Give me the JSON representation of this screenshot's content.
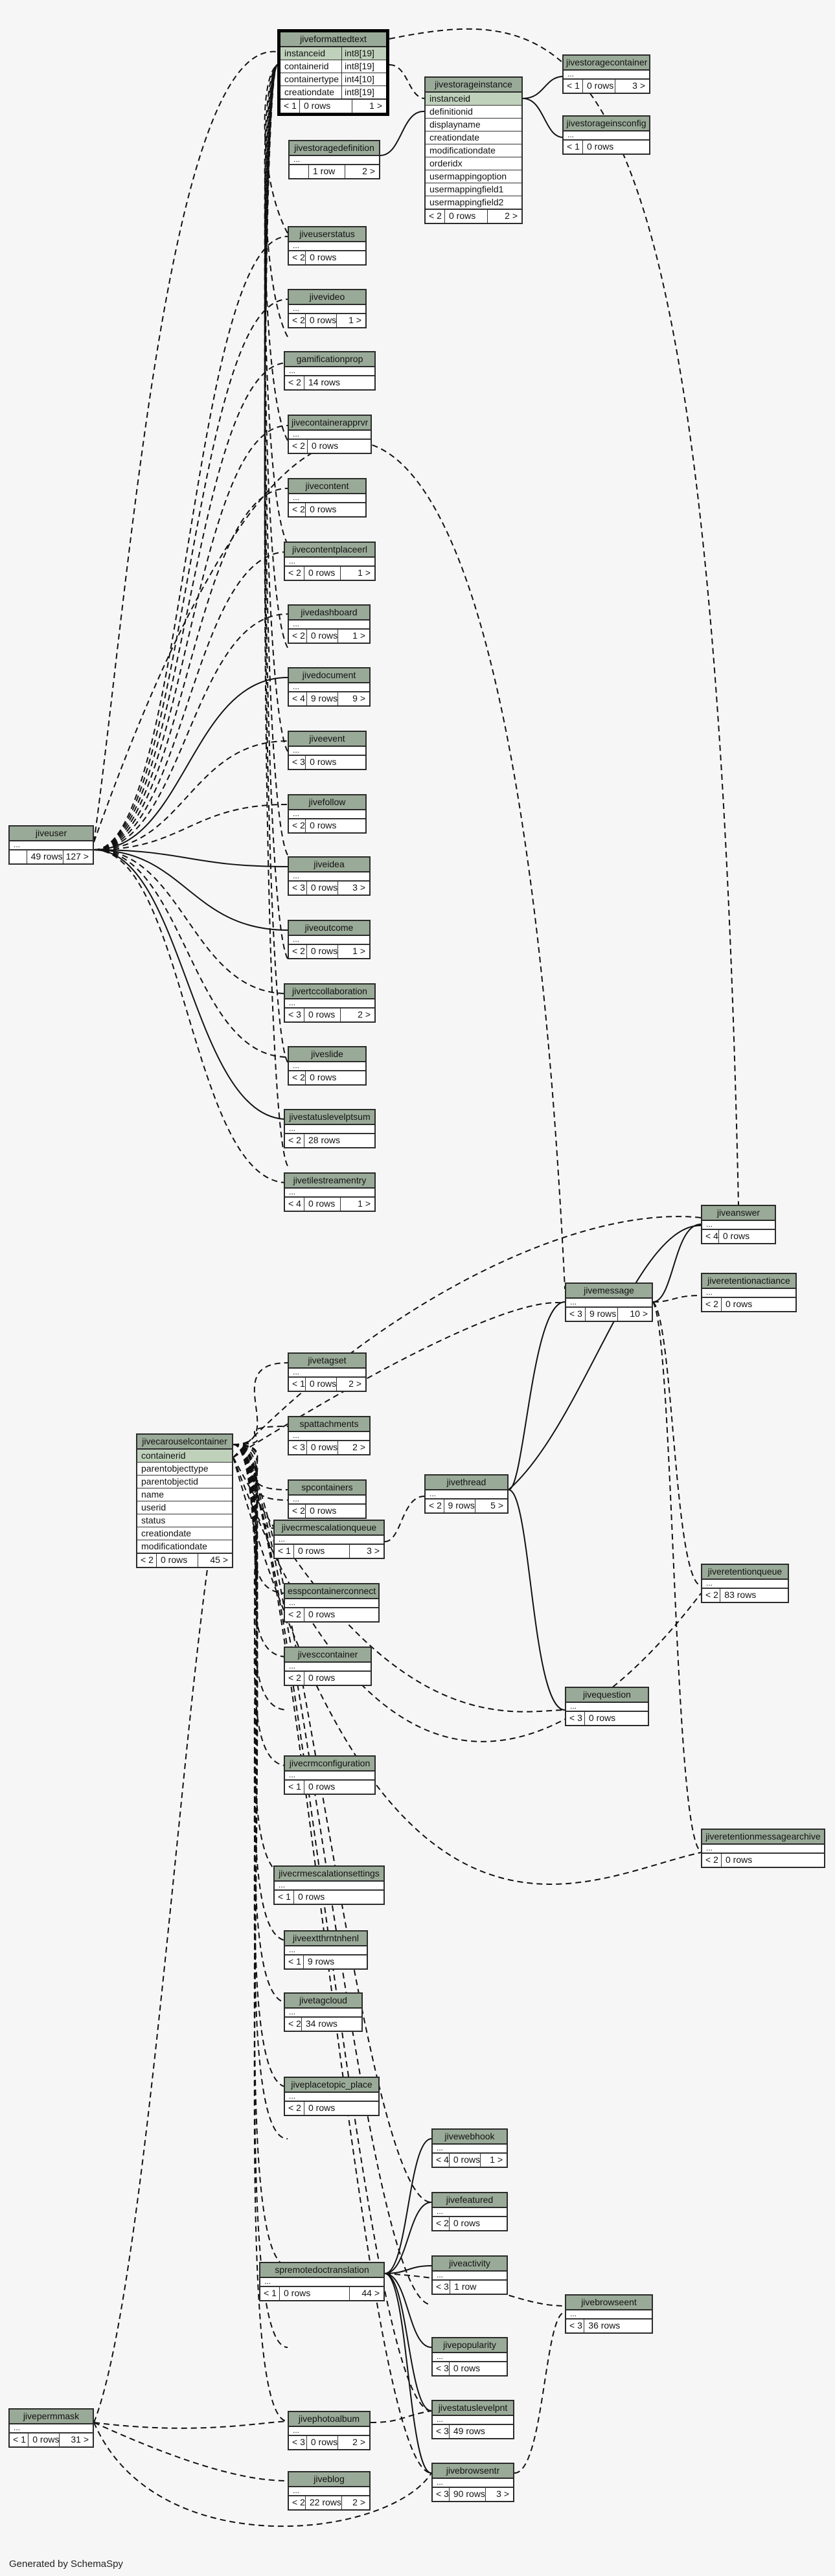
{
  "footer": "Generated by SchemaSpy",
  "tables": {
    "jiveformattedtext": {
      "name": "jiveformattedtext",
      "columns": [
        [
          "instanceid",
          "int8[19]"
        ],
        [
          "containerid",
          "int8[19]"
        ],
        [
          "containertype",
          "int4[10]"
        ],
        [
          "creationdate",
          "int8[19]"
        ]
      ],
      "lt": "< 1",
      "rows": "0 rows",
      "gt": "1 >"
    },
    "jivestorageinstance": {
      "name": "jivestorageinstance",
      "columns": [
        "instanceid",
        "definitionid",
        "displayname",
        "creationdate",
        "modificationdate",
        "orderidx",
        "usermappingoption",
        "usermappingfield1",
        "usermappingfield2"
      ],
      "lt": "< 2",
      "rows": "0 rows",
      "gt": "2 >"
    },
    "jivestoragecontainer": {
      "name": "jivestoragecontainer",
      "lt": "< 1",
      "rows": "0 rows",
      "gt": "3 >"
    },
    "jivestorageinsconfig": {
      "name": "jivestorageinsconfig",
      "lt": "< 1",
      "rows": "0 rows",
      "gt": ""
    },
    "jivestoragedefinition": {
      "name": "jivestoragedefinition",
      "lt": "",
      "rows": "1 row",
      "gt": "2 >"
    },
    "jiveuserstatus": {
      "name": "jiveuserstatus",
      "lt": "< 2",
      "rows": "0 rows",
      "gt": ""
    },
    "jivevideo": {
      "name": "jivevideo",
      "lt": "< 2",
      "rows": "0 rows",
      "gt": "1 >"
    },
    "gamificationprop": {
      "name": "gamificationprop",
      "lt": "< 2",
      "rows": "14 rows",
      "gt": ""
    },
    "jivecontainerapprvr": {
      "name": "jivecontainerapprvr",
      "lt": "< 2",
      "rows": "0 rows",
      "gt": ""
    },
    "jivecontent": {
      "name": "jivecontent",
      "lt": "< 2",
      "rows": "0 rows",
      "gt": ""
    },
    "jivecontentplaceerl": {
      "name": "jivecontentplaceerl",
      "lt": "< 2",
      "rows": "0 rows",
      "gt": "1 >"
    },
    "jivedashboard": {
      "name": "jivedashboard",
      "lt": "< 2",
      "rows": "0 rows",
      "gt": "1 >"
    },
    "jivedocument": {
      "name": "jivedocument",
      "lt": "< 4",
      "rows": "9 rows",
      "gt": "9 >"
    },
    "jiveevent": {
      "name": "jiveevent",
      "lt": "< 3",
      "rows": "0 rows",
      "gt": ""
    },
    "jivefollow": {
      "name": "jivefollow",
      "lt": "< 2",
      "rows": "0 rows",
      "gt": ""
    },
    "jiveidea": {
      "name": "jiveidea",
      "lt": "< 3",
      "rows": "0 rows",
      "gt": "3 >"
    },
    "jiveoutcome": {
      "name": "jiveoutcome",
      "lt": "< 2",
      "rows": "0 rows",
      "gt": "1 >"
    },
    "jivertccollaboration": {
      "name": "jivertccollaboration",
      "lt": "< 3",
      "rows": "0 rows",
      "gt": "2 >"
    },
    "jiveslide": {
      "name": "jiveslide",
      "lt": "< 2",
      "rows": "0 rows",
      "gt": ""
    },
    "jivestatuslevelptsum": {
      "name": "jivestatuslevelptsum",
      "lt": "< 2",
      "rows": "28 rows",
      "gt": ""
    },
    "jivetilestreamentry": {
      "name": "jivetilestreamentry",
      "lt": "< 4",
      "rows": "0 rows",
      "gt": "1 >"
    },
    "jiveuser": {
      "name": "jiveuser",
      "lt": "",
      "rows": "49 rows",
      "gt": "127 >"
    },
    "jiveanswer": {
      "name": "jiveanswer",
      "lt": "< 4",
      "rows": "0 rows",
      "gt": ""
    },
    "jivemessage": {
      "name": "jivemessage",
      "lt": "< 3",
      "rows": "9 rows",
      "gt": "10 >"
    },
    "jiveretentionactiance": {
      "name": "jiveretentionactiance",
      "lt": "< 2",
      "rows": "0 rows",
      "gt": ""
    },
    "jivetagset": {
      "name": "jivetagset",
      "lt": "< 1",
      "rows": "0 rows",
      "gt": "2 >"
    },
    "spattachments": {
      "name": "spattachments",
      "lt": "< 3",
      "rows": "0 rows",
      "gt": "2 >"
    },
    "spcontainers": {
      "name": "spcontainers",
      "lt": "< 2",
      "rows": "0 rows",
      "gt": ""
    },
    "jivecarouselcontainer": {
      "name": "jivecarouselcontainer",
      "columns": [
        "containerid",
        "parentobjecttype",
        "parentobjectid",
        "name",
        "userid",
        "status",
        "creationdate",
        "modificationdate"
      ],
      "lt": "< 2",
      "rows": "0 rows",
      "gt": "45 >"
    },
    "jivethread": {
      "name": "jivethread",
      "lt": "< 2",
      "rows": "9 rows",
      "gt": "5 >"
    },
    "jivecrmescalationqueue": {
      "name": "jivecrmescalationqueue",
      "lt": "< 1",
      "rows": "0 rows",
      "gt": "3 >"
    },
    "jiveretentionqueue": {
      "name": "jiveretentionqueue",
      "lt": "< 2",
      "rows": "83 rows",
      "gt": ""
    },
    "esspcontainerconnect": {
      "name": "esspcontainerconnect",
      "lt": "< 2",
      "rows": "0 rows",
      "gt": ""
    },
    "jivesccontainer": {
      "name": "jivesccontainer",
      "lt": "< 2",
      "rows": "0 rows",
      "gt": ""
    },
    "jivequestion": {
      "name": "jivequestion",
      "lt": "< 3",
      "rows": "0 rows",
      "gt": ""
    },
    "jivecrmconfiguration": {
      "name": "jivecrmconfiguration",
      "lt": "< 1",
      "rows": "0 rows",
      "gt": ""
    },
    "jiveretentionmessagearchive": {
      "name": "jiveretentionmessagearchive",
      "lt": "< 2",
      "rows": "0 rows",
      "gt": ""
    },
    "jivecrmescalationsettings": {
      "name": "jivecrmescalationsettings",
      "lt": "< 1",
      "rows": "0 rows",
      "gt": ""
    },
    "jiveextthrntnhenl": {
      "name": "jiveextthrntnhenl",
      "lt": "< 1",
      "rows": "9 rows",
      "gt": ""
    },
    "jivetagcloud": {
      "name": "jivetagcloud",
      "lt": "< 2",
      "rows": "34 rows",
      "gt": ""
    },
    "jiveplacetopic_place": {
      "name": "jiveplacetopic_place",
      "lt": "< 2",
      "rows": "0 rows",
      "gt": ""
    },
    "jivewebhook": {
      "name": "jivewebhook",
      "lt": "< 4",
      "rows": "0 rows",
      "gt": "1 >"
    },
    "jivefeatured": {
      "name": "jivefeatured",
      "lt": "< 2",
      "rows": "0 rows",
      "gt": ""
    },
    "jiveactivity": {
      "name": "jiveactivity",
      "lt": "< 3",
      "rows": "1 row",
      "gt": ""
    },
    "spremotedoctranslation": {
      "name": "spremotedoctranslation",
      "lt": "< 1",
      "rows": "0 rows",
      "gt": "44 >"
    },
    "jivebrowseent": {
      "name": "jivebrowseent",
      "lt": "< 3",
      "rows": "36 rows",
      "gt": ""
    },
    "jivepopularity": {
      "name": "jivepopularity",
      "lt": "< 3",
      "rows": "0 rows",
      "gt": ""
    },
    "jivestatuslevelpnt": {
      "name": "jivestatuslevelpnt",
      "lt": "< 3",
      "rows": "49 rows",
      "gt": ""
    },
    "jivephotoalbum": {
      "name": "jivephotoalbum",
      "lt": "< 3",
      "rows": "0 rows",
      "gt": "2 >"
    },
    "jivepermmask": {
      "name": "jivepermmask",
      "lt": "< 1",
      "rows": "0 rows",
      "gt": "31 >"
    },
    "jiveblog": {
      "name": "jiveblog",
      "lt": "< 2",
      "rows": "22 rows",
      "gt": "2 >"
    },
    "jivebrowsentr": {
      "name": "jivebrowsentr",
      "lt": "< 3",
      "rows": "90 rows",
      "gt": "3 >"
    }
  }
}
